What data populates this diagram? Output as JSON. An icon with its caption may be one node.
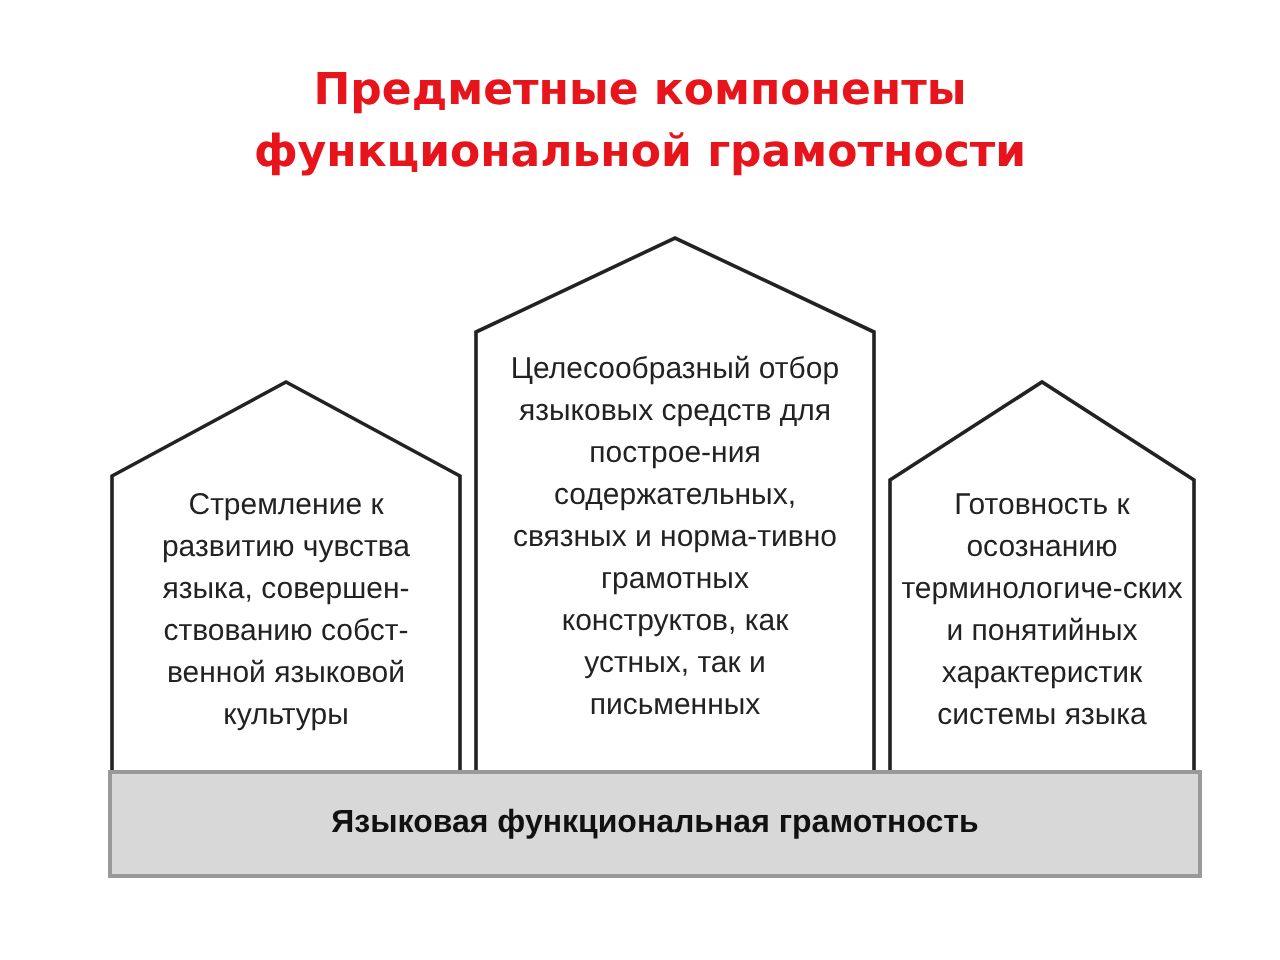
{
  "diagram": {
    "title": "Предметные компоненты функциональной грамотности",
    "nodes": [
      {
        "text": [
          "Стремление к развитию чувства языка, совершен-ствованию собст-венной языковой культуры"
        ]
      },
      {
        "text": [
          "Целесообразный отбор языковых средств для построе-ния содержательных, связных и норма-тивно грамотных конструктов, как устных, так и письменных"
        ]
      },
      {
        "text": [
          "Готовность к осознанию терминологиче-ских и понятийных характеристик системы языка"
        ]
      },
      {
        "text": [
          "Языковая функциональная грамотность"
        ]
      }
    ],
    "edges": []
  }
}
